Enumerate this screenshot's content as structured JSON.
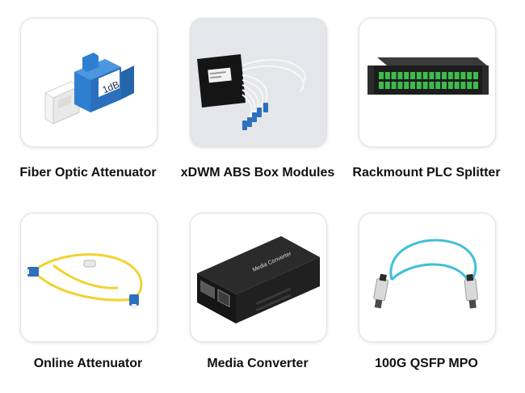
{
  "products": [
    {
      "label": "Fiber Optic Attenuator",
      "badge": "1dB",
      "icon": "fiber-attenuator-icon"
    },
    {
      "label": "xDWM ABS Box Modules",
      "icon": "abs-box-module-icon"
    },
    {
      "label": "Rackmount PLC Splitter",
      "icon": "rackmount-splitter-icon"
    },
    {
      "label": "Online Attenuator",
      "icon": "online-attenuator-icon"
    },
    {
      "label": "Media Converter",
      "device_text": "Media Converter",
      "icon": "media-converter-icon"
    },
    {
      "label": "100G QSFP MPO",
      "icon": "qsfp-cable-icon"
    }
  ],
  "colors": {
    "attenuator_blue": "#2f7fd0",
    "port_green": "#3dbb4d",
    "lc_connector_blue": "#2e6fbf",
    "yellow_cable": "#f2d22e",
    "aqua_cable": "#3fbfd8"
  }
}
